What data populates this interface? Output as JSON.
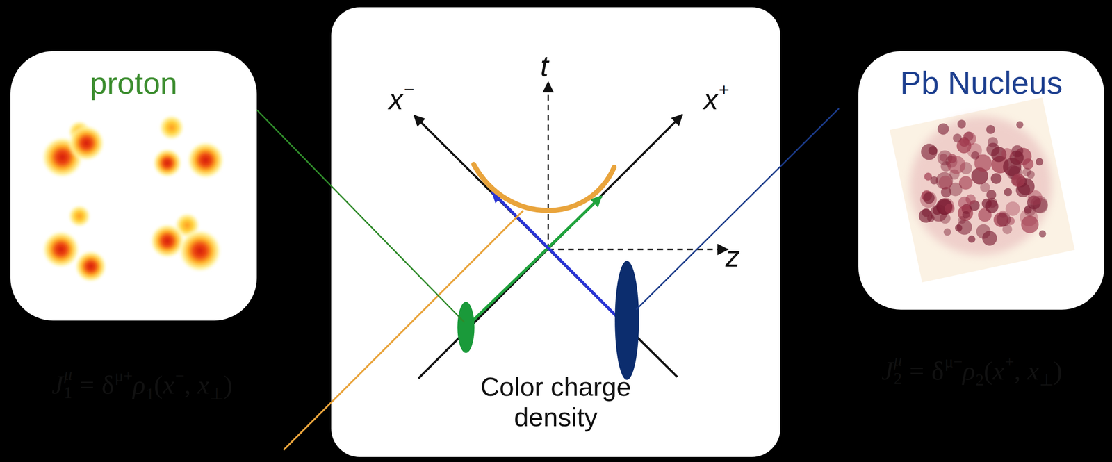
{
  "diagram": {
    "nodes": [
      {
        "text": [
          "proton"
        ]
      },
      {
        "text": [
          "Color charge density"
        ]
      },
      {
        "text": [
          "Pb Nucleus"
        ]
      }
    ],
    "labels": [
      "t",
      "x",
      "−",
      "x",
      "+",
      "z",
      "J",
      "μ",
      "1",
      "=",
      "δ",
      "μ+",
      "ρ",
      "1",
      "(",
      "x",
      "−",
      ",",
      "x",
      "⊥",
      ")",
      "J",
      "μ",
      "2",
      "=",
      "δ",
      "μ−",
      "ρ",
      "2",
      "(",
      "x",
      "+",
      ",",
      "x",
      "⊥",
      ")"
    ]
  }
}
